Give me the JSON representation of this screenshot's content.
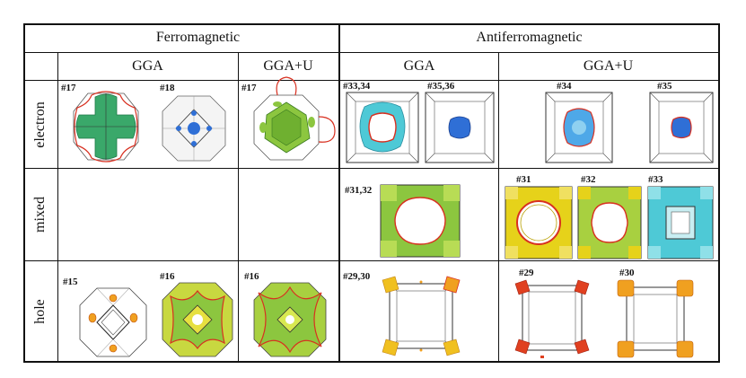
{
  "headers": {
    "ferro": "Ferromagnetic",
    "antiferro": "Antiferromagnetic",
    "ferro_gga": "GGA",
    "ferro_ggau": "GGA+U",
    "afm_gga": "GGA",
    "afm_ggau": "GGA+U"
  },
  "rows": {
    "electron": "electron",
    "mixed": "mixed",
    "hole": "hole"
  },
  "labels": {
    "e_fgga_1": "#17",
    "e_fgga_2": "#18",
    "e_fggau_1": "#17",
    "e_agga_1": "#33,34",
    "e_agga_2": "#35,36",
    "e_aggau_1": "#34",
    "e_aggau_2": "#35",
    "m_agga_1": "#31,32",
    "m_aggau_1": "#31",
    "m_aggau_2": "#32",
    "m_aggau_3": "#33",
    "h_fgga_1": "#15",
    "h_fgga_2": "#16",
    "h_fggau_1": "#16",
    "h_agga_1": "#29,30",
    "h_aggau_1": "#29",
    "h_aggau_2": "#30"
  },
  "colors": {
    "green": "#3aa86a",
    "lime": "#8cc63f",
    "yellow": "#e6d21a",
    "cyan": "#4ec9d6",
    "blue": "#2f6fd6",
    "orange": "#f0a020",
    "red": "#d83020"
  }
}
